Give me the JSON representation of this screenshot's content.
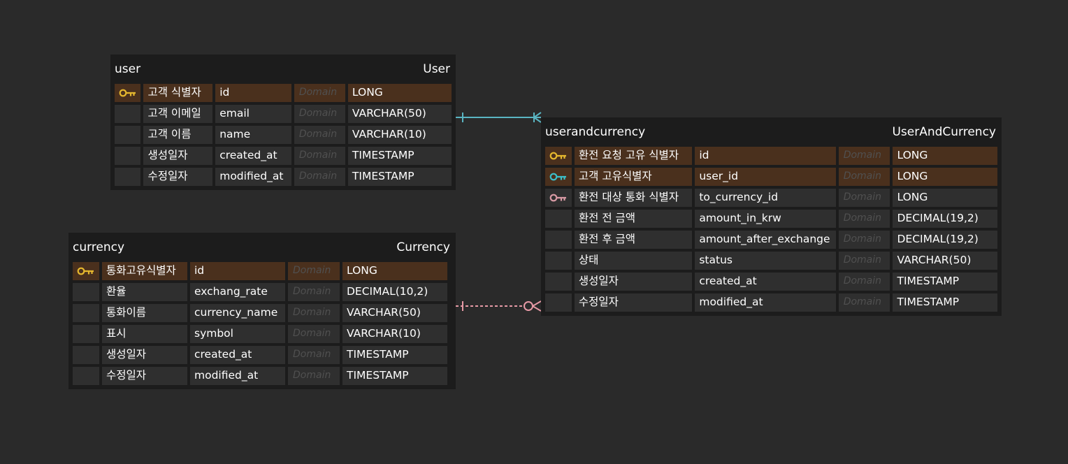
{
  "icons": {
    "pk": {
      "name": "primary-key-icon",
      "color": "#e6b82e"
    },
    "fk": {
      "name": "foreign-key-icon",
      "color": "#3bbfc9"
    },
    "rk": {
      "name": "relation-key-icon",
      "color": "#d89aa4"
    }
  },
  "relations": [
    {
      "name": "user-to-userandcurrency",
      "style": "solid",
      "color": "#5ab5c2",
      "from": "one",
      "to": "one-or-many"
    },
    {
      "name": "currency-to-userandcurrency",
      "style": "dashed",
      "color": "#e79aa6",
      "from": "one",
      "to": "zero-or-many"
    }
  ],
  "tables": {
    "user": {
      "name": "user",
      "label": "User",
      "rows": [
        {
          "key": "pk",
          "logical": "고객 식별자",
          "physical": "id",
          "domain": "Domain",
          "type": "LONG"
        },
        {
          "key": "",
          "logical": "고객 이메일",
          "physical": "email",
          "domain": "Domain",
          "type": "VARCHAR(50)"
        },
        {
          "key": "",
          "logical": "고객 이름",
          "physical": "name",
          "domain": "Domain",
          "type": "VARCHAR(10)"
        },
        {
          "key": "",
          "logical": "생성일자",
          "physical": "created_at",
          "domain": "Domain",
          "type": "TIMESTAMP"
        },
        {
          "key": "",
          "logical": "수정일자",
          "physical": "modified_at",
          "domain": "Domain",
          "type": "TIMESTAMP"
        }
      ]
    },
    "currency": {
      "name": "currency",
      "label": "Currency",
      "rows": [
        {
          "key": "pk",
          "logical": "통화고유식별자",
          "physical": "id",
          "domain": "Domain",
          "type": "LONG"
        },
        {
          "key": "",
          "logical": "환율",
          "physical": "exchang_rate",
          "domain": "Domain",
          "type": "DECIMAL(10,2)"
        },
        {
          "key": "",
          "logical": "통화이름",
          "physical": "currency_name",
          "domain": "Domain",
          "type": "VARCHAR(50)"
        },
        {
          "key": "",
          "logical": "표시",
          "physical": "symbol",
          "domain": "Domain",
          "type": "VARCHAR(10)"
        },
        {
          "key": "",
          "logical": "생성일자",
          "physical": "created_at",
          "domain": "Domain",
          "type": "TIMESTAMP"
        },
        {
          "key": "",
          "logical": "수정일자",
          "physical": "modified_at",
          "domain": "Domain",
          "type": "TIMESTAMP"
        }
      ]
    },
    "userandcurrency": {
      "name": "userandcurrency",
      "label": "UserAndCurrency",
      "rows": [
        {
          "key": "pk",
          "logical": "환전 요청 고유 식별자",
          "physical": "id",
          "domain": "Domain",
          "type": "LONG"
        },
        {
          "key": "fk",
          "logical": "고객 고유식별자",
          "physical": "user_id",
          "domain": "Domain",
          "type": "LONG"
        },
        {
          "key": "rk",
          "logical": "환전 대상 통화 식별자",
          "physical": "to_currency_id",
          "domain": "Domain",
          "type": "LONG"
        },
        {
          "key": "",
          "logical": "환전 전 금액",
          "physical": "amount_in_krw",
          "domain": "Domain",
          "type": "DECIMAL(19,2)"
        },
        {
          "key": "",
          "logical": "환전 후 금액",
          "physical": "amount_after_exchange",
          "domain": "Domain",
          "type": "DECIMAL(19,2)"
        },
        {
          "key": "",
          "logical": "상태",
          "physical": "status",
          "domain": "Domain",
          "type": "VARCHAR(50)"
        },
        {
          "key": "",
          "logical": "생성일자",
          "physical": "created_at",
          "domain": "Domain",
          "type": "TIMESTAMP"
        },
        {
          "key": "",
          "logical": "수정일자",
          "physical": "modified_at",
          "domain": "Domain",
          "type": "TIMESTAMP"
        }
      ]
    }
  }
}
